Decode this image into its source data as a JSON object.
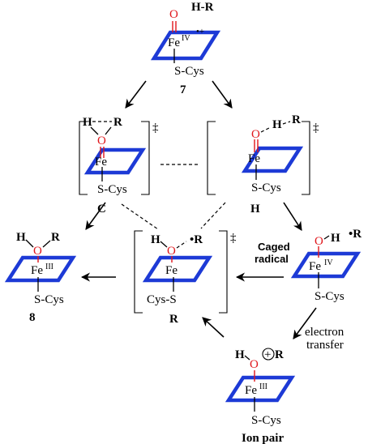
{
  "labels": {
    "hr": "H-R",
    "fe": "Fe",
    "iv": "IV",
    "iii": "III",
    "scys": "S-Cys",
    "cyss": "Cys-S",
    "o": "O",
    "h": "H",
    "r": "R",
    "dagger": "‡",
    "radical_dot_plus": "•+",
    "dot_r": "•R",
    "plus": "+",
    "num7": "7",
    "num8": "8",
    "C": "C",
    "H_ts": "H",
    "R_ts": "R",
    "caged_radical_1": "Caged",
    "caged_radical_2": "radical",
    "electron_transfer_1": "electron",
    "electron_transfer_2": "transfer",
    "ion_pair": "Ion pair"
  }
}
